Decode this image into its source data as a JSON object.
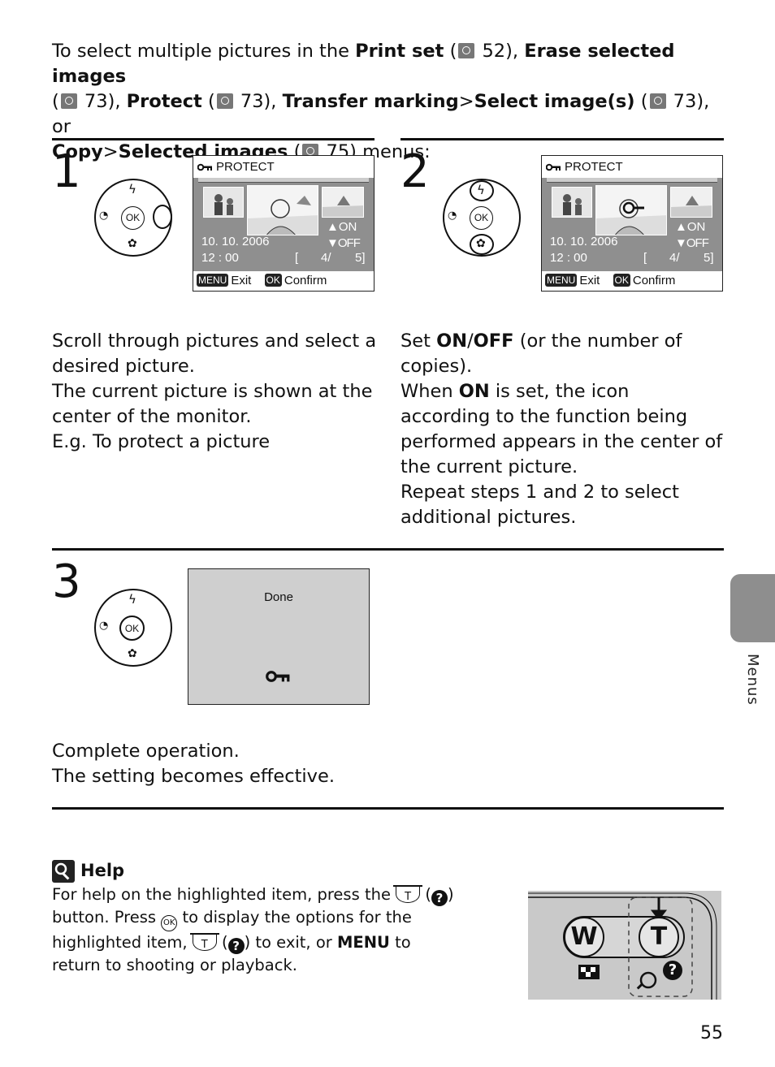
{
  "intro": {
    "p1": "To select multiple pictures in the ",
    "b1": "Print set",
    "r1": " 52), ",
    "b2": "Erase selected images",
    "r2": " 73), ",
    "b3": "Protect",
    "r3": " 73), ",
    "b4": "Transfer marking",
    "gt1": ">",
    "b5": "Select image(s)",
    "r4": " 73), or",
    "b6": "Copy",
    "gt2": ">",
    "b7": "Selected images",
    "r5": " 75) menus:",
    "paren": "("
  },
  "step1": {
    "number": "1",
    "title": "Scroll through pictures and select a desired picture.",
    "body": [
      "The current picture is shown at the center of the monitor.",
      "E.g. To protect a picture"
    ]
  },
  "step2": {
    "number": "2",
    "title_pre": "Set ",
    "title_on": "ON",
    "title_slash": "/",
    "title_off": "OFF",
    "title_post": " (or the number of copies).",
    "body_pre": "When ",
    "body_on": "ON",
    "body_post": " is set, the icon according to the function being performed appears in the center of the current picture.",
    "body2": "Repeat steps 1 and 2 to select additional pictures."
  },
  "step3": {
    "number": "3",
    "title": "Complete operation.",
    "body": "The setting becomes effective."
  },
  "lcd": {
    "header": "PROTECT",
    "date": "10. 10. 2006",
    "time": "12 : 00",
    "frame_open": "[",
    "frame_cur": "4/",
    "frame_total": "5]",
    "on": "ON",
    "off": "OFF",
    "menu_btn": "MENU",
    "exit": "Exit",
    "ok_btn": "OK",
    "confirm": "Confirm"
  },
  "dpad": {
    "ok": "OK"
  },
  "done_screen": {
    "text": "Done"
  },
  "side_tab": "Menus",
  "help": {
    "title": "Help",
    "l1": "For help on the highlighted item, press the",
    "l1b": ") button. Press",
    "l1c": "to display the options for the highlighted item,",
    "l1d": ") to exit, or",
    "menu": "MENU",
    "l1e": "to return to shooting or playback.",
    "t": "T",
    "q": "?",
    "ok": "OK",
    "open": "("
  },
  "camera_buttons": {
    "w": "W",
    "t": "T",
    "q": "?"
  },
  "page_number": "55"
}
